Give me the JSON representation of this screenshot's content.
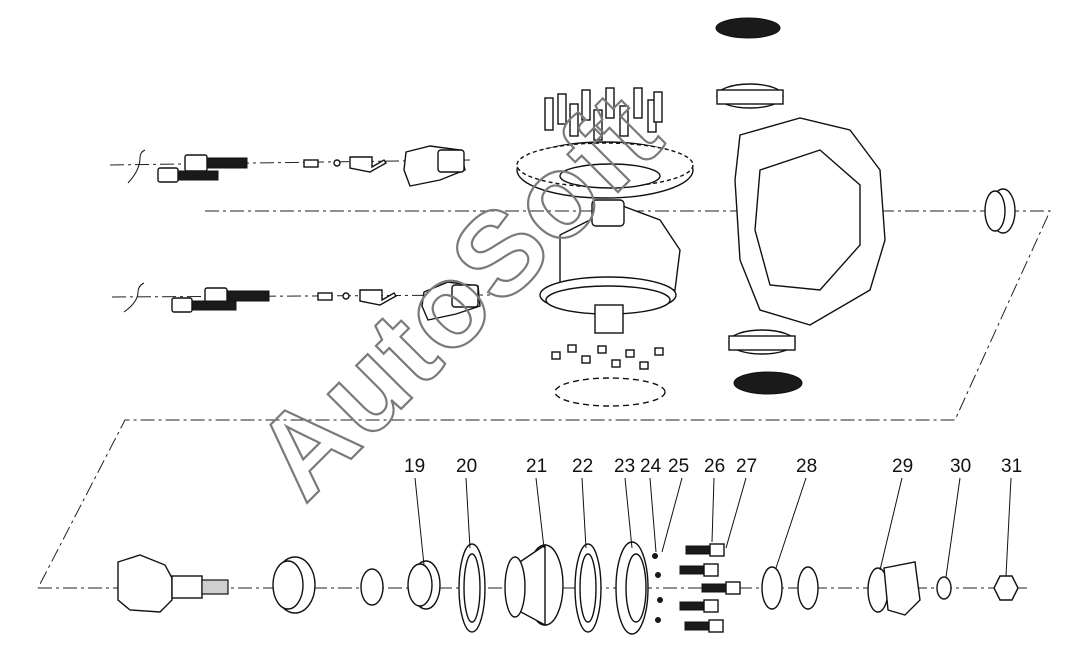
{
  "watermark": {
    "text": "AutoSoft"
  },
  "callouts": [
    {
      "label": "19"
    },
    {
      "label": "20"
    },
    {
      "label": "21"
    },
    {
      "label": "22"
    },
    {
      "label": "23"
    },
    {
      "label": "24"
    },
    {
      "label": "25"
    },
    {
      "label": "26"
    },
    {
      "label": "27"
    },
    {
      "label": "28"
    },
    {
      "label": "29"
    },
    {
      "label": "30"
    },
    {
      "label": "31"
    }
  ],
  "colors": {
    "line": "#111111",
    "watermark": "#7a7a7a",
    "background": "#ffffff"
  }
}
